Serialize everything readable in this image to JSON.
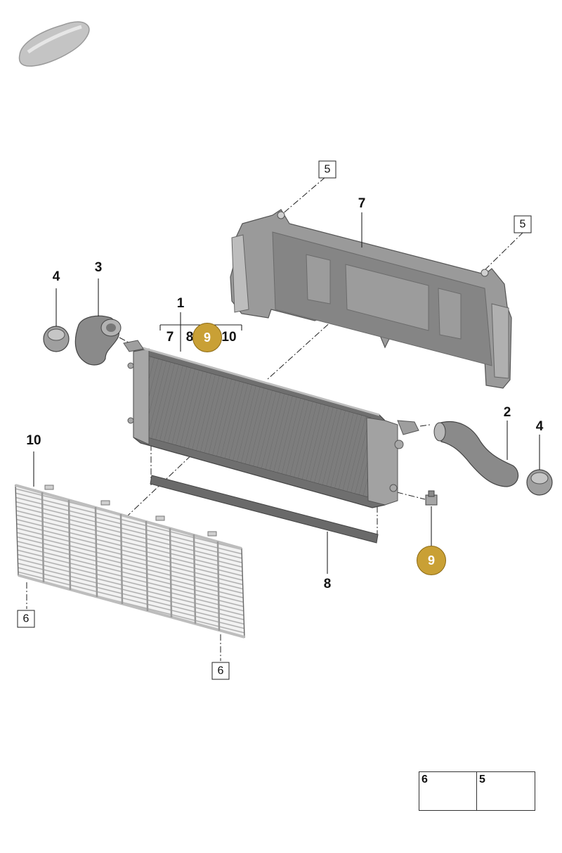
{
  "colors": {
    "highlight": "#c9a035",
    "part_fill": "#8a8a8a",
    "part_dark": "#5e5e5e",
    "part_light": "#b9b9b9",
    "line": "#222222"
  },
  "icons": {
    "car_thumbnail": "car-silhouette-icon",
    "bolt": "hex-bolt-icon",
    "nut": "hex-flange-nut-icon"
  },
  "callouts": {
    "p7_top": "7",
    "p1": "1",
    "p3": "3",
    "p4_left": "4",
    "p2": "2",
    "p4_right": "4",
    "p10": "10",
    "p8": "8",
    "sub_7": "7",
    "sub_8": "8",
    "sub_10": "10"
  },
  "highlight_callouts": {
    "sub_9": "9",
    "p9": "9"
  },
  "boxed_refs": {
    "r5_top": "5",
    "r5_right": "5",
    "r6_left": "6",
    "r6_bottom": "6"
  },
  "legend": [
    {
      "number": "6",
      "icon": "hex-bolt-icon"
    },
    {
      "number": "5",
      "icon": "hex-flange-nut-icon"
    }
  ]
}
